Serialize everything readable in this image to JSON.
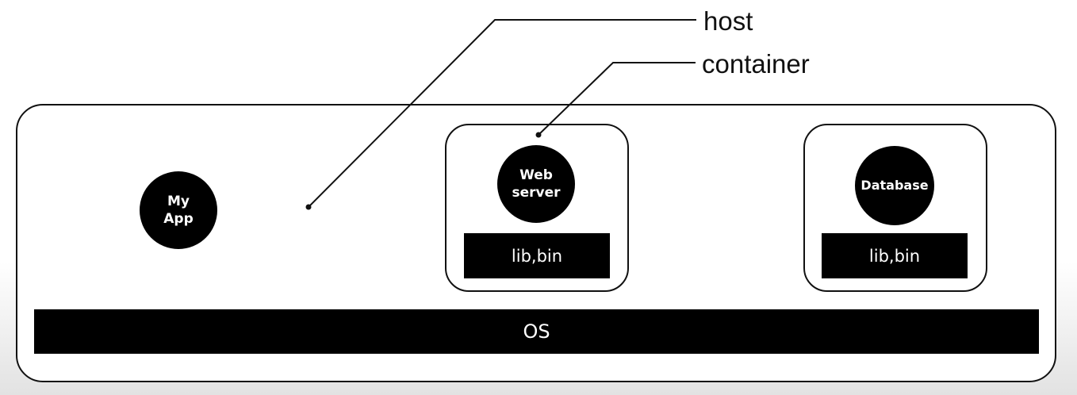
{
  "labels": {
    "host": "host",
    "container": "container"
  },
  "host": {
    "app": "My\nApp",
    "os": "OS"
  },
  "containers": [
    {
      "service": "Web\nserver",
      "libs": "lib,bin"
    },
    {
      "service": "Database",
      "libs": "lib,bin"
    }
  ]
}
